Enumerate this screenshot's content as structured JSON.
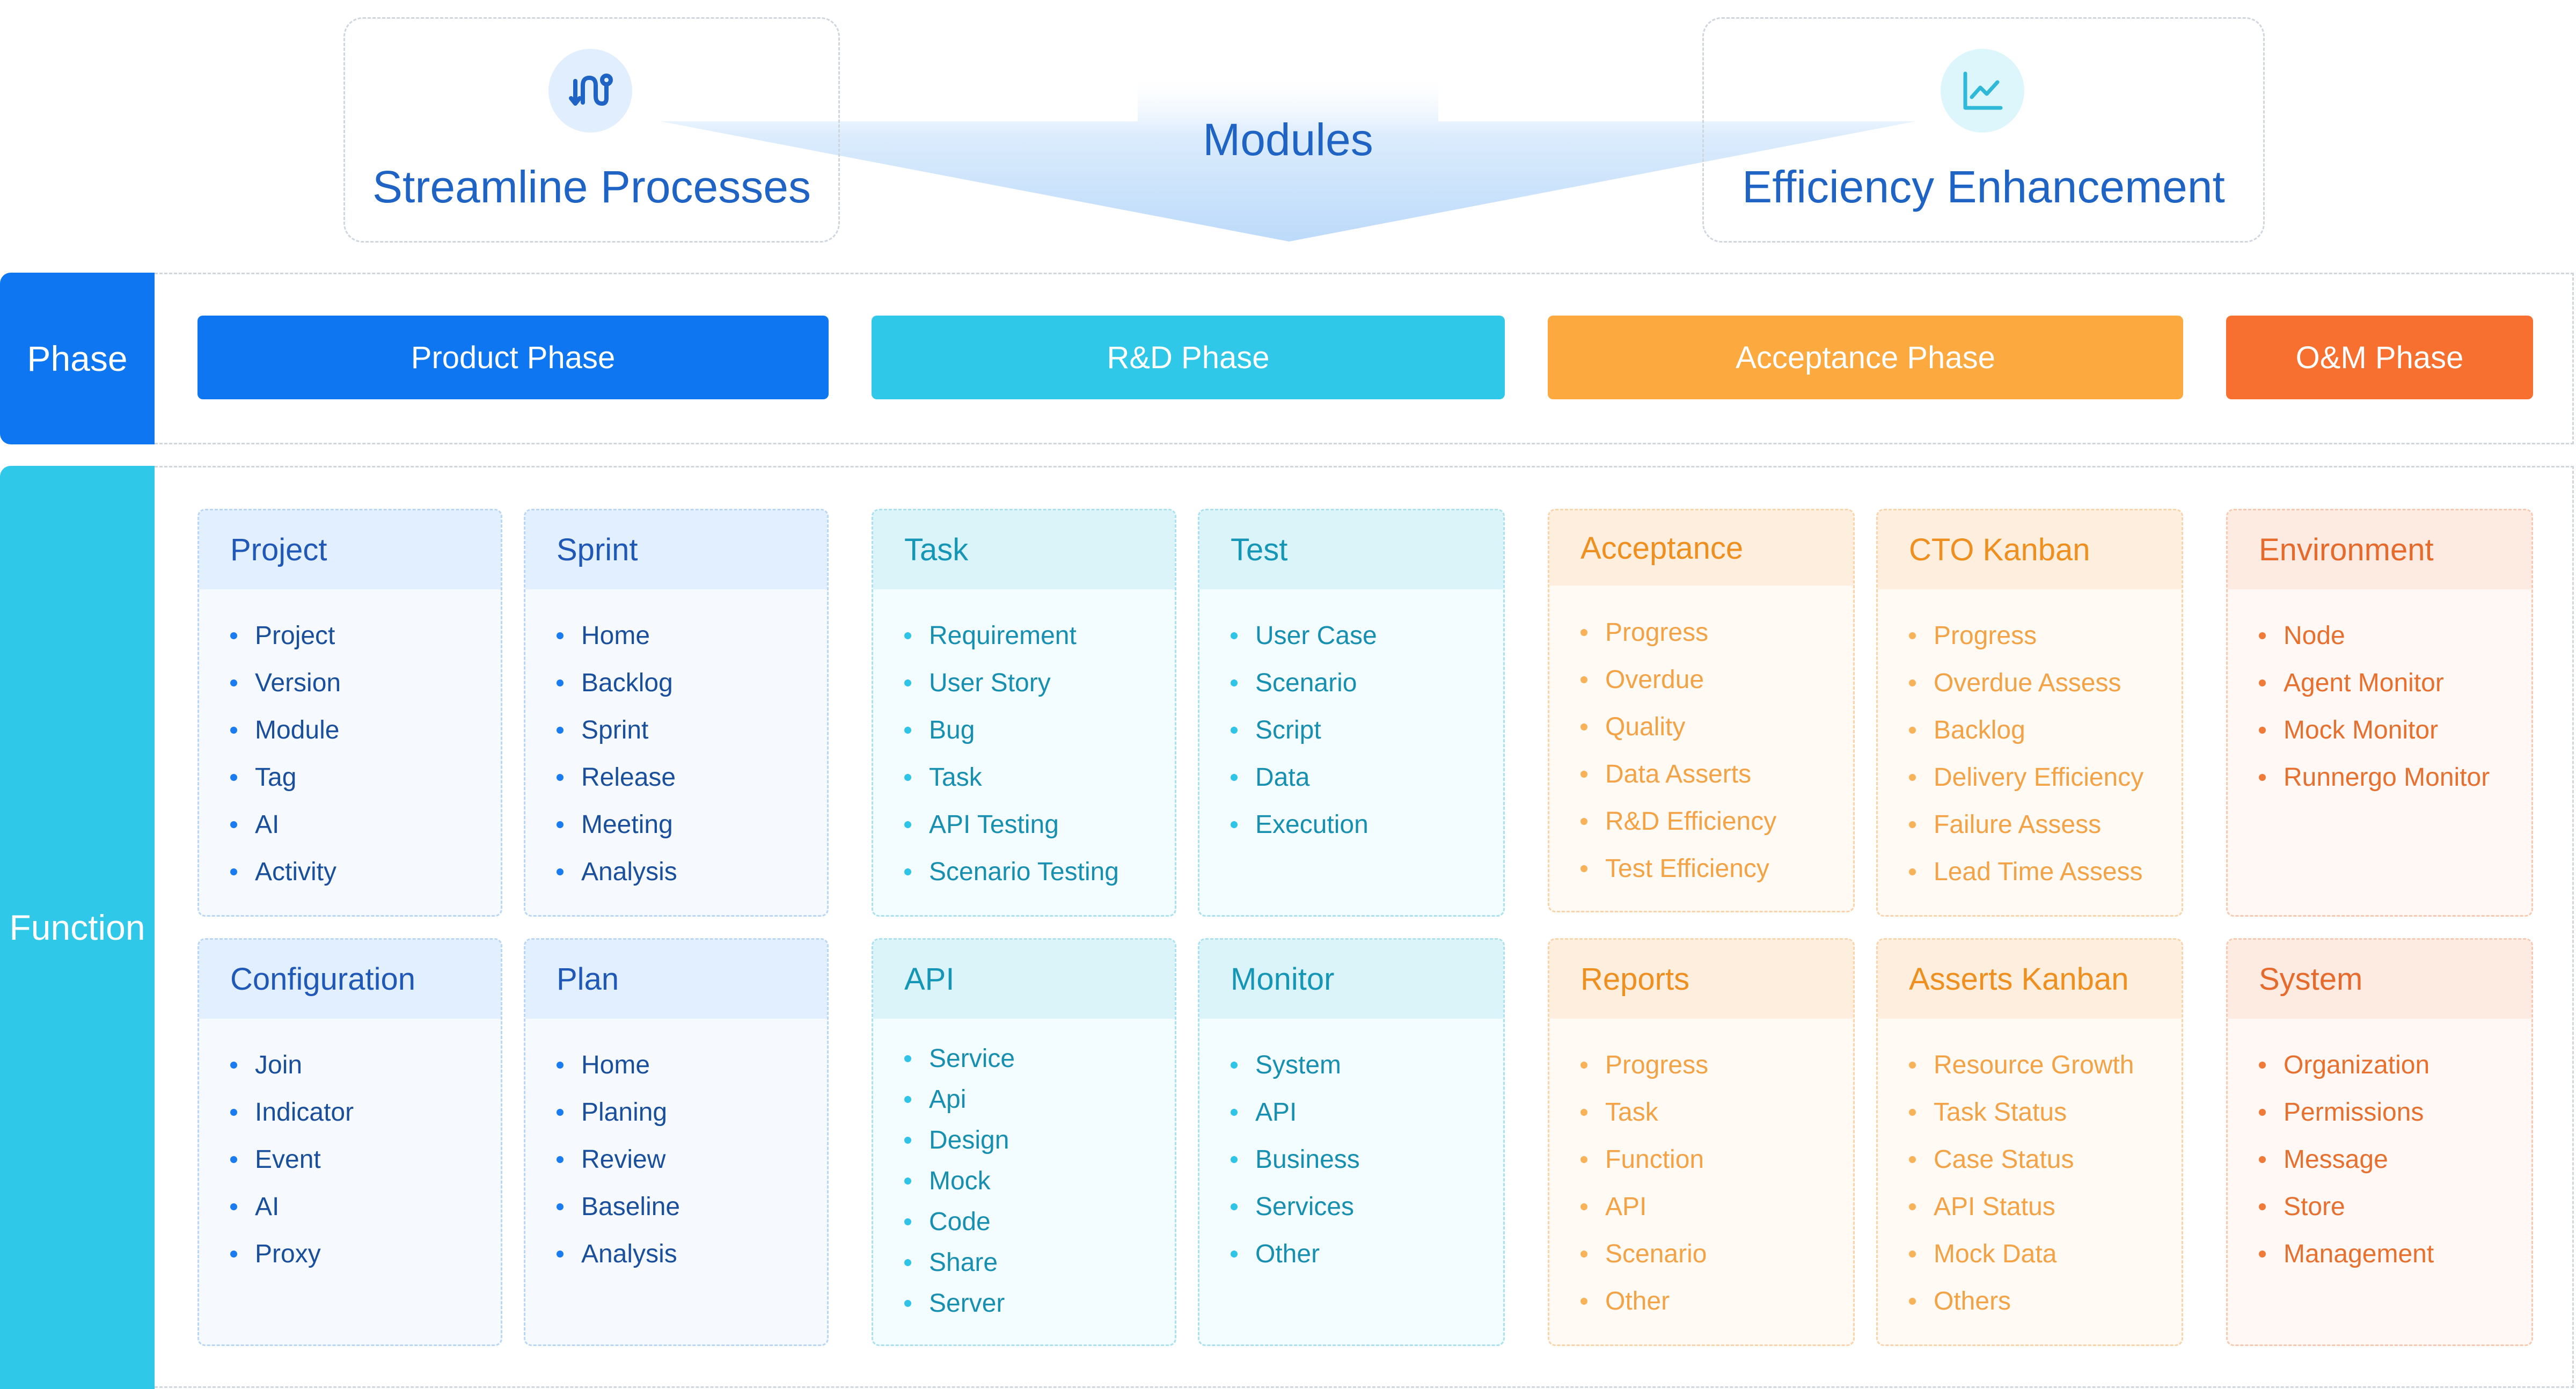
{
  "header": {
    "left": {
      "title": "Streamline Processes",
      "icon": "flow-path-icon"
    },
    "center": {
      "title": "Modules"
    },
    "right": {
      "title": "Efficiency Enhancement",
      "icon": "line-chart-icon"
    }
  },
  "colors": {
    "blue": "#0f76f2",
    "cyan": "#2fc8e8",
    "orange": "#fca940",
    "red": "#f8702f",
    "title_blue": "#1f64c4"
  },
  "phase_row": {
    "label": "Phase",
    "phases": [
      {
        "label": "Product Phase"
      },
      {
        "label": "R&D Phase"
      },
      {
        "label": "Acceptance Phase"
      },
      {
        "label": "O&M Phase"
      }
    ]
  },
  "function_row": {
    "label": "Function",
    "modules": {
      "project": {
        "title": "Project",
        "items": [
          "Project",
          "Version",
          "Module",
          "Tag",
          "AI",
          "Activity"
        ]
      },
      "sprint": {
        "title": "Sprint",
        "items": [
          "Home",
          "Backlog",
          "Sprint",
          "Release",
          "Meeting",
          "Analysis"
        ]
      },
      "task": {
        "title": "Task",
        "items": [
          "Requirement",
          "User Story",
          "Bug",
          "Task",
          "API Testing",
          "Scenario Testing"
        ]
      },
      "test": {
        "title": "Test",
        "items": [
          "User Case",
          "Scenario",
          "Script",
          "Data",
          "Execution"
        ]
      },
      "acceptance": {
        "title": "Acceptance",
        "items": [
          "Progress",
          "Overdue",
          "Quality",
          "Data Asserts",
          "R&D Efficiency",
          "Test Efficiency"
        ]
      },
      "cto_kanban": {
        "title": "CTO Kanban",
        "items": [
          "Progress",
          "Overdue Assess",
          "Backlog",
          "Delivery Efficiency",
          "Failure Assess",
          "Lead Time Assess"
        ]
      },
      "environment": {
        "title": "Environment",
        "items": [
          "Node",
          "Agent Monitor",
          "Mock Monitor",
          "Runnergo Monitor"
        ]
      },
      "configuration": {
        "title": "Configuration",
        "items": [
          "Join",
          "Indicator",
          "Event",
          "AI",
          "Proxy"
        ]
      },
      "plan": {
        "title": "Plan",
        "items": [
          "Home",
          "Planing",
          "Review",
          "Baseline",
          "Analysis"
        ]
      },
      "api": {
        "title": "API",
        "items": [
          "Service",
          "Api",
          "Design",
          "Mock",
          "Code",
          "Share",
          "Server"
        ]
      },
      "monitor": {
        "title": "Monitor",
        "items": [
          "System",
          "API",
          "Business",
          "Services",
          "Other"
        ]
      },
      "reports": {
        "title": "Reports",
        "items": [
          "Progress",
          "Task",
          "Function",
          "API",
          "Scenario",
          "Other"
        ]
      },
      "asserts_kanban": {
        "title": "Asserts Kanban",
        "items": [
          "Resource Growth",
          "Task Status",
          "Case Status",
          "API Status",
          "Mock Data",
          "Others"
        ]
      },
      "system": {
        "title": "System",
        "items": [
          "Organization",
          "Permissions",
          "Message",
          "Store",
          "Management"
        ]
      }
    }
  }
}
